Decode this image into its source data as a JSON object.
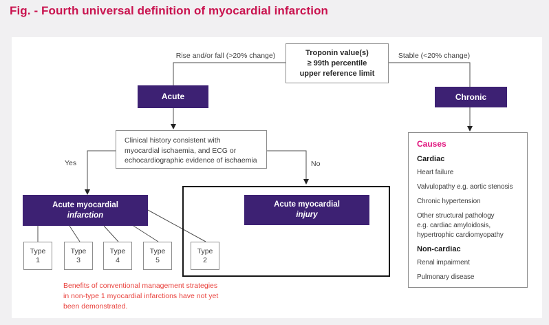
{
  "title": "Fig. - Fourth universal definition of myocardial infarction",
  "flowchart": {
    "troponin_box": "Troponin value(s)\n≥ 99th percentile\nupper reference limit",
    "left_branch_label": "Rise and/or fall (>20% change)",
    "right_branch_label": "Stable (<20% change)",
    "acute_label": "Acute",
    "chronic_label": "Chronic",
    "clinical_box": "Clinical history consistent with\nmyocardial ischaemia, and ECG or\nechocardiographic evidence of ischaemia",
    "yes_label": "Yes",
    "no_label": "No",
    "ami_box": {
      "line1": "Acute myocardial",
      "line2": "infarction"
    },
    "injury_box": {
      "line1": "Acute myocardial",
      "line2": "injury"
    },
    "types": [
      {
        "label": "Type",
        "number": "1"
      },
      {
        "label": "Type",
        "number": "3"
      },
      {
        "label": "Type",
        "number": "4"
      },
      {
        "label": "Type",
        "number": "5"
      },
      {
        "label": "Type",
        "number": "2"
      }
    ],
    "note": "Benefits of conventional management strategies\nin non-type 1 myocardial infarctions have not yet\nbeen demonstrated."
  },
  "causes_panel": {
    "title": "Causes",
    "sections": [
      {
        "heading": "Cardiac",
        "items": [
          "Heart failure",
          "Valvulopathy e.g. aortic stenosis",
          "Chronic hypertension",
          "Other structural pathology\ne.g. cardiac amyloidosis,\nhypertrophic cardiomyopathy"
        ]
      },
      {
        "heading": "Non-cardiac",
        "items": [
          "Renal impairment",
          "Pulmonary disease"
        ]
      }
    ]
  },
  "colors": {
    "purple": "#3d2173",
    "title_crimson": "#c9134f",
    "causes_pink": "#e0127c",
    "note_red": "#e9423d",
    "connector_gray": "#4d4d4d"
  }
}
